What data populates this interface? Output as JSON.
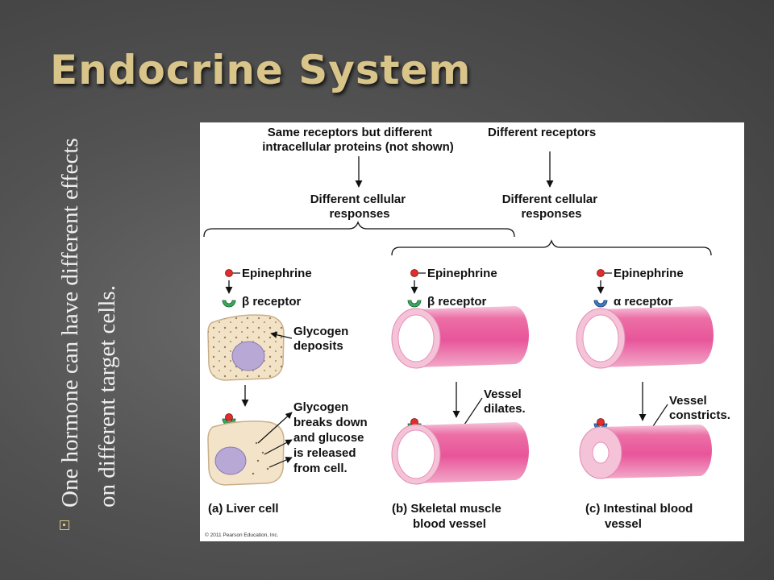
{
  "slide": {
    "title": "Endocrine System",
    "bullet": "One hormone can have different effects on different target cells."
  },
  "figure": {
    "top_left": [
      "Same receptors but different",
      "intracellular proteins (not shown)"
    ],
    "top_right": "Different receptors",
    "responses_left": [
      "Different cellular",
      "responses"
    ],
    "responses_right": [
      "Different cellular",
      "responses"
    ],
    "hormone": "Epinephrine",
    "beta_receptor": "β receptor",
    "alpha_receptor": "α receptor",
    "glycogen_deposits": [
      "Glycogen",
      "deposits"
    ],
    "glycogen_breaks": [
      "Glycogen",
      "breaks down",
      "and glucose",
      "is released",
      "from cell."
    ],
    "vessel_dilates": [
      "Vessel",
      "dilates."
    ],
    "vessel_constricts": [
      "Vessel",
      "constricts."
    ],
    "caption_a": "(a) Liver cell",
    "caption_b": [
      "(b) Skeletal muscle",
      "blood vessel"
    ],
    "caption_c": [
      "(c) Intestinal blood",
      "vessel"
    ],
    "copyright": "© 2011 Pearson Education, Inc."
  }
}
